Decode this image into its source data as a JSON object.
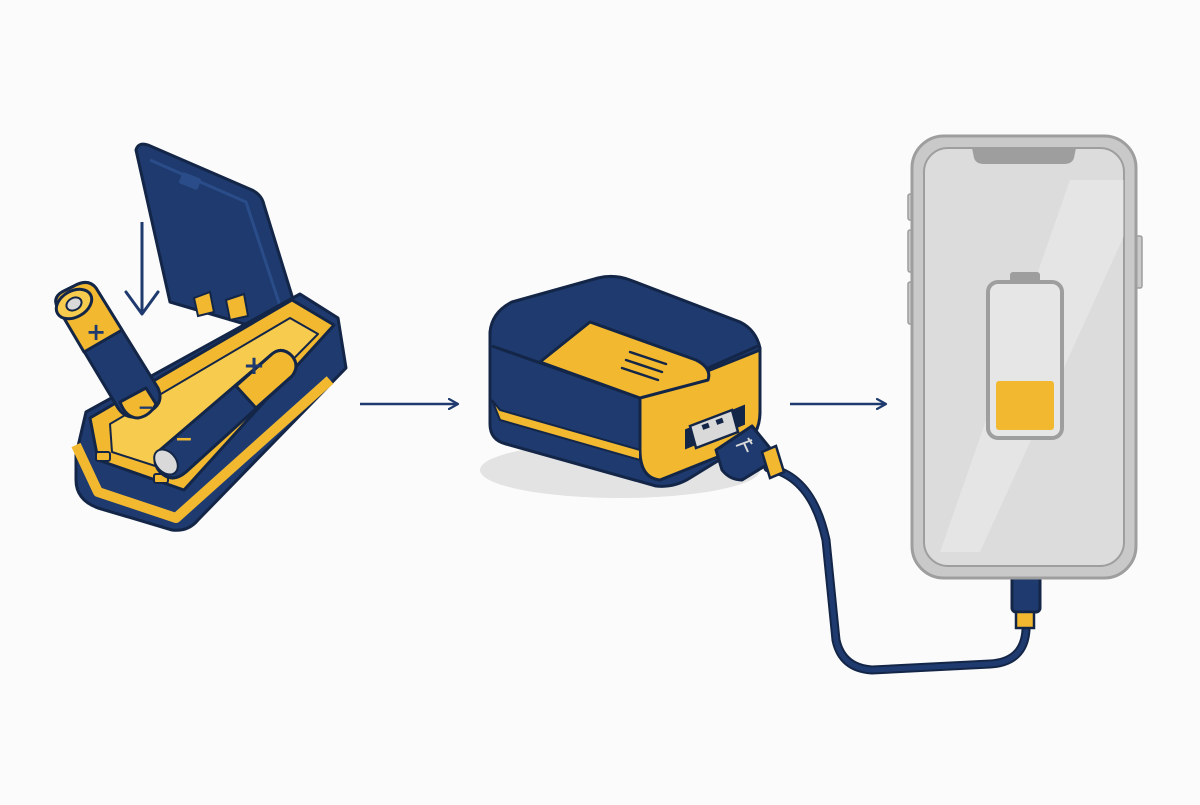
{
  "colors": {
    "background": "#fbfbfb",
    "navy": "#1e3a6e",
    "outline": "#142648",
    "yellow": "#f2b930",
    "yellow_light": "#f7cb4d",
    "phone_frame": "#c9c9c9",
    "phone_screen": "#dcdcdc",
    "metal": "#d9d9d9"
  },
  "steps": [
    {
      "name": "battery-charger",
      "icon": "aa-battery-case-icon"
    },
    {
      "name": "power-bank",
      "icon": "power-bank-icon"
    },
    {
      "name": "smartphone",
      "icon": "smartphone-charging-icon"
    }
  ],
  "battery_symbols": {
    "plus": "+",
    "minus": "−"
  },
  "phone_battery_level": 0.35
}
